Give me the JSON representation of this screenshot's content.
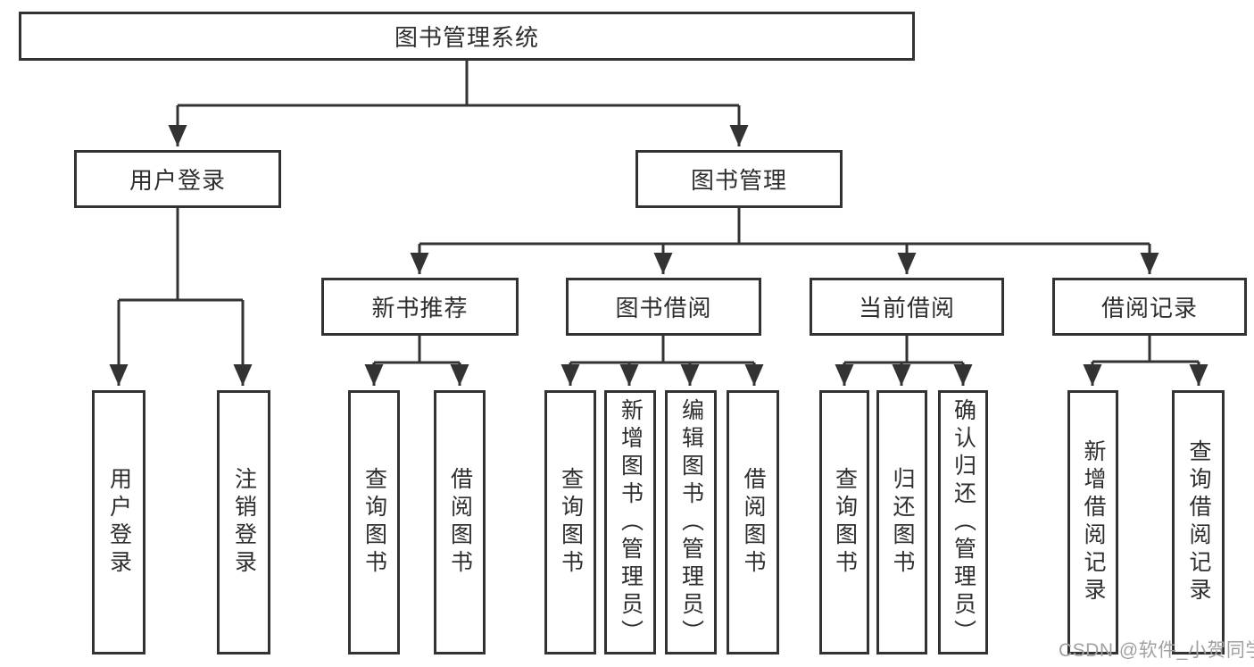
{
  "tree": {
    "label": "图书管理系统",
    "children": [
      {
        "label": "用户登录",
        "children": [
          {
            "label": "用户登录"
          },
          {
            "label": "注销登录"
          }
        ]
      },
      {
        "label": "图书管理",
        "children": [
          {
            "label": "新书推荐",
            "children": [
              {
                "label": "查询图书"
              },
              {
                "label": "借阅图书"
              }
            ]
          },
          {
            "label": "图书借阅",
            "children": [
              {
                "label": "查询图书"
              },
              {
                "label": "新增图书（管理员）"
              },
              {
                "label": "编辑图书（管理员）"
              },
              {
                "label": "借阅图书"
              }
            ]
          },
          {
            "label": "当前借阅",
            "children": [
              {
                "label": "查询图书"
              },
              {
                "label": "归还图书"
              },
              {
                "label": "确认归还（管理员）"
              }
            ]
          },
          {
            "label": "借阅记录",
            "children": [
              {
                "label": "新增借阅记录"
              },
              {
                "label": "查询借阅记录"
              }
            ]
          }
        ]
      }
    ]
  },
  "watermark": {
    "text": "CSDN @软件_小贺同学"
  },
  "colors": {
    "box_border": "#333333",
    "connector_line": "#333333",
    "node_text": "#2e2e2e",
    "background": "#ffffff",
    "watermark_text": "#a0a0a0"
  }
}
